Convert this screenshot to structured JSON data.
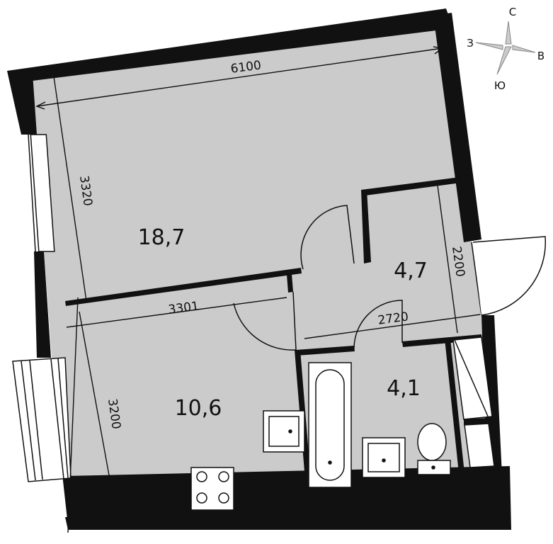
{
  "colors": {
    "floor": "#cbcbcb",
    "wall": "#111111",
    "background": "#ffffff"
  },
  "compass": {
    "north": "С",
    "west": "З",
    "east": "В",
    "south": "Ю"
  },
  "rooms": {
    "living_room_area": "18,7",
    "kitchen_area": "10,6",
    "hall_area": "4,7",
    "bathroom_area": "4,1"
  },
  "dimensions": {
    "total_width": "6100",
    "living_room_depth": "3320",
    "kitchen_width": "3301",
    "kitchen_depth": "3200",
    "hall_depth": "2200",
    "hall_width": "2720"
  }
}
